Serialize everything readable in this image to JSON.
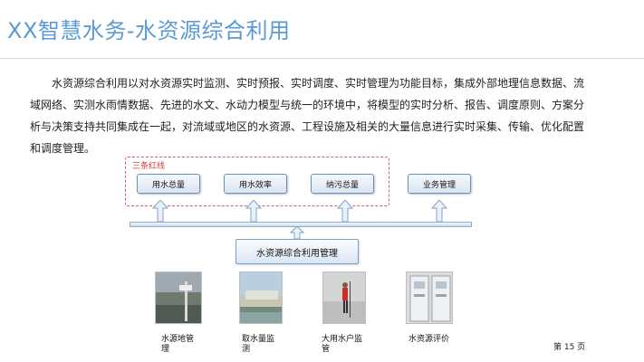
{
  "title": "XX智慧水务-水资源综合利用",
  "paragraph": "水资源综合利用以对水资源实时监测、实时预报、实时调度、实时管理为功能目标，集成外部地理信息数据、流域网络、实测水雨情数据、先进的水文、水动力模型与统一的环境中，将模型的实时分析、报告、调度原则、方案分析与决策支持共同集成在一起，对流域或地区的水资源、工程设施及相关的大量信息进行实时采集、传输、优化配置和调度管理。",
  "diagram": {
    "redline_label": "三条红线",
    "top_boxes": [
      "用水总量",
      "用水效率",
      "纳污总量",
      "业务管理"
    ],
    "center_box": "水资源综合利用管理",
    "bottom_items": [
      {
        "caption_line1": "水源地管",
        "caption_line2": "理"
      },
      {
        "caption_line1": "取水量监",
        "caption_line2": "测"
      },
      {
        "caption_line1": "大用水户监",
        "caption_line2": "管"
      },
      {
        "caption_line1": "水资源评价",
        "caption_line2": ""
      }
    ]
  },
  "page_number": "第 15 页",
  "colors": {
    "title": "#5a9bd5",
    "redline": "#e05b5b",
    "box_border": "#6a8fb8"
  }
}
